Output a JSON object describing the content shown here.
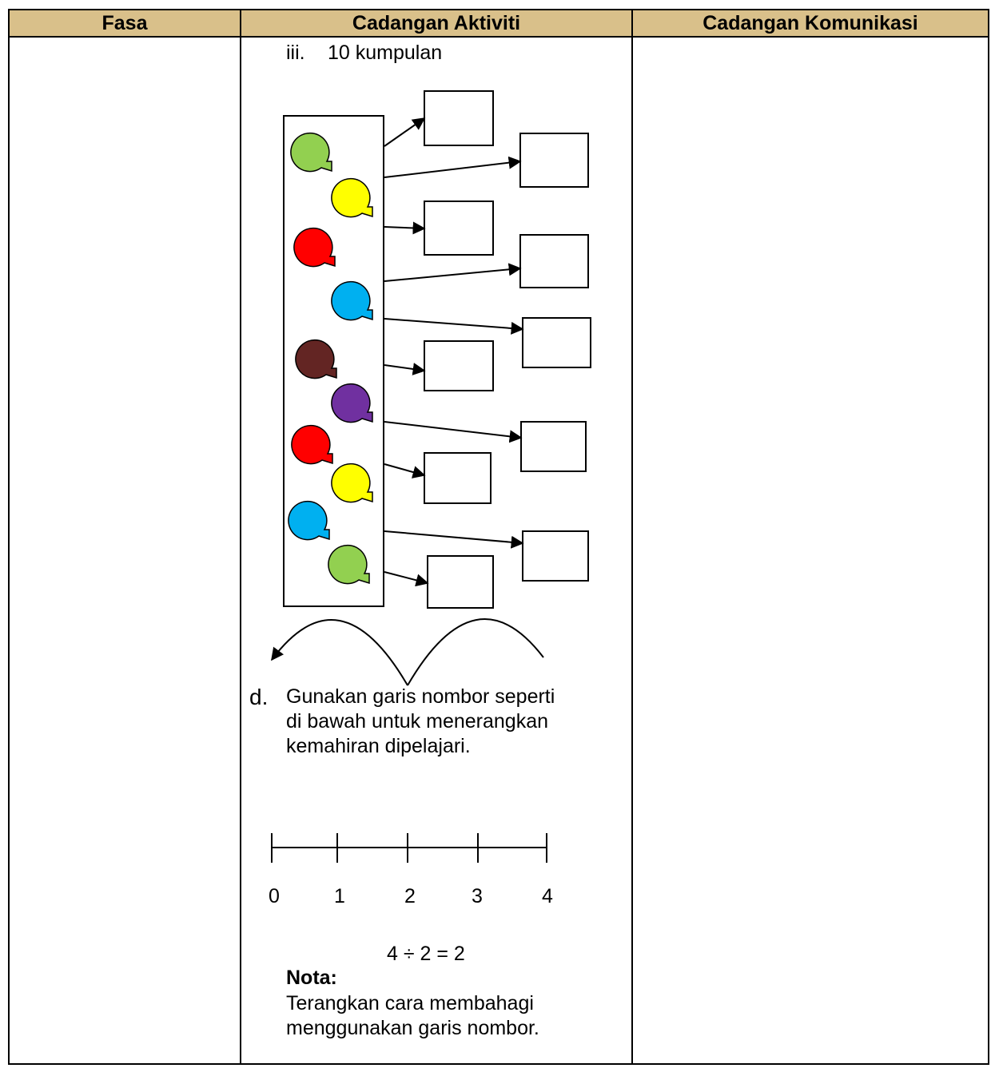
{
  "table": {
    "headers": [
      "Fasa",
      "Cadangan Aktiviti",
      "Cadangan Komunikasi"
    ]
  },
  "activity": {
    "item_iii": {
      "marker": "iii.",
      "text": "10 kumpulan"
    },
    "item_d": {
      "marker": "d.",
      "lines": [
        "Gunakan garis nombor seperti",
        "di bawah untuk menerangkan",
        "kemahiran dipelajari."
      ]
    },
    "number_line": {
      "ticks": [
        "0",
        "1",
        "2",
        "3",
        "4"
      ],
      "equation": "4 ÷ 2 = 2"
    },
    "note": {
      "title": "Nota:",
      "lines": [
        "Terangkan cara membahagi",
        "menggunakan garis nombor."
      ]
    }
  },
  "colors": {
    "header_bg": "#d9c08a",
    "balls": [
      "#92d050",
      "#ffff00",
      "#ff0000",
      "#00b0f0",
      "#632523",
      "#7030a0",
      "#ff0000",
      "#ffff00",
      "#00b0f0",
      "#92d050"
    ]
  }
}
